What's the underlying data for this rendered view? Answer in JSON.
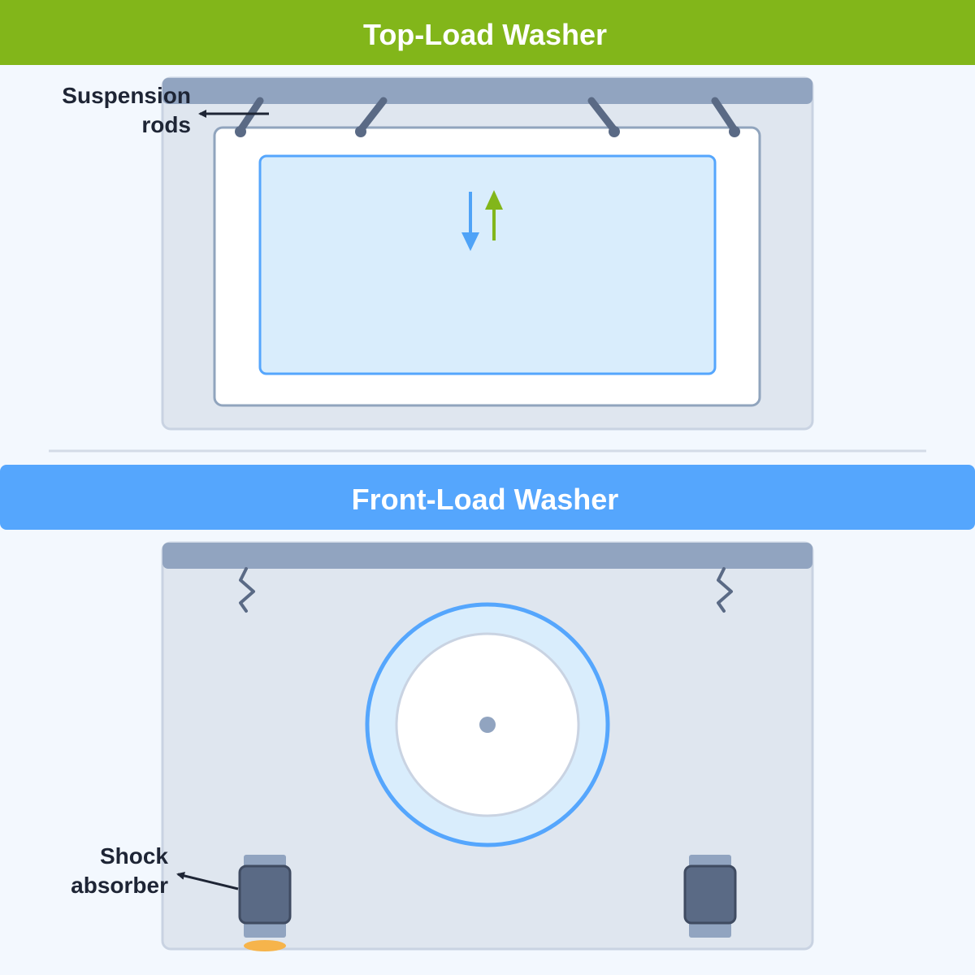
{
  "sections": {
    "top_load": {
      "title": "Top-Load Washer",
      "header_color": "#82b61a",
      "callout": {
        "line1": "Suspension",
        "line2": "rods"
      },
      "motion_arrows": {
        "down_color": "#4fa3f7",
        "up_color": "#82b61a"
      }
    },
    "front_load": {
      "title": "Front-Load Washer",
      "header_color": "#55a6fd",
      "callout": {
        "line1": "Shock",
        "line2": "absorber"
      },
      "damper_pad_color": "#f6b44b"
    }
  },
  "colors": {
    "background": "#f3f8fe",
    "cabinet_fill": "#dfe6ef",
    "cabinet_stroke": "#c9d3e2",
    "top_bar": "#91a4c0",
    "rod": "#5a6a85",
    "tub_fill": "#ffffff",
    "tub_stroke": "#90a4bd",
    "basket_fill": "#d9edfc",
    "basket_stroke": "#55a6fd",
    "absorber_body": "#5a6a85",
    "absorber_cap": "#91a4c0"
  },
  "icons": [
    "down-arrow-icon",
    "up-arrow-icon",
    "spring-icon",
    "shock-absorber-icon"
  ]
}
